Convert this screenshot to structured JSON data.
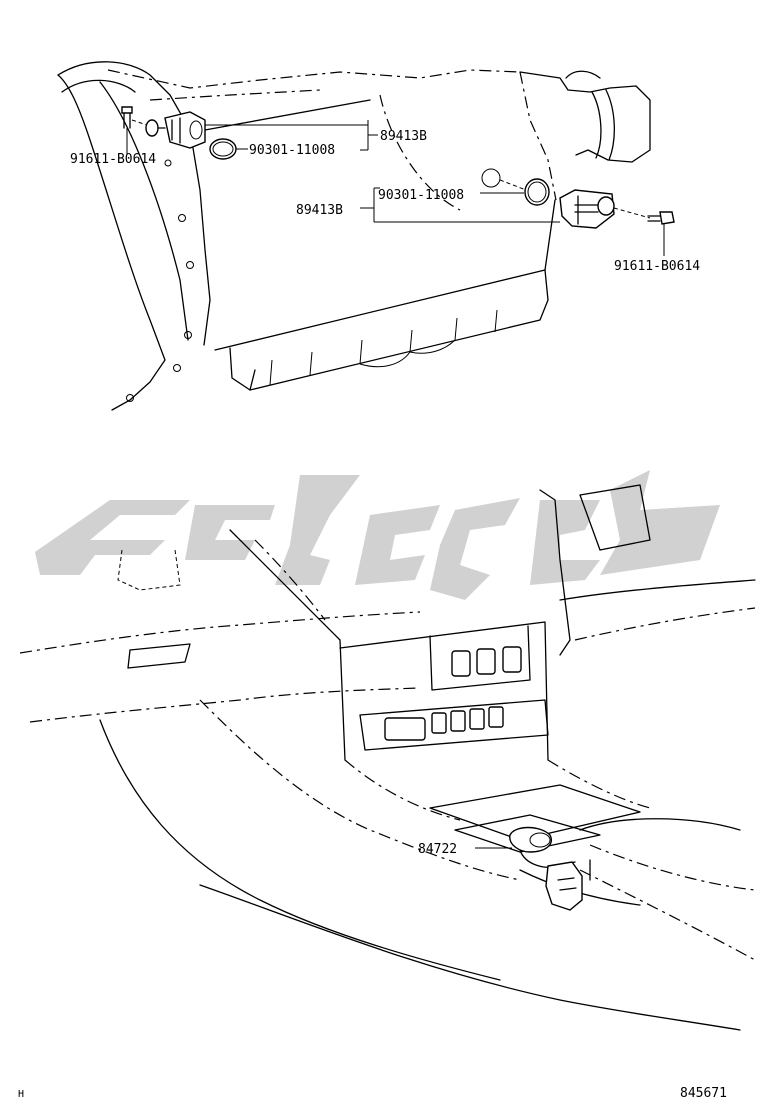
{
  "diagram": {
    "upper_section": {
      "callouts": [
        {
          "id": "bolt_left",
          "label": "91611-B0614"
        },
        {
          "id": "oring_left",
          "label": "90301-11008"
        },
        {
          "id": "sensor_left",
          "label": "89413B"
        },
        {
          "id": "oring_right",
          "label": "90301-11008"
        },
        {
          "id": "sensor_right",
          "label": "89413B"
        },
        {
          "id": "bolt_right",
          "label": "91611-B0614"
        }
      ]
    },
    "lower_section": {
      "callouts": [
        {
          "id": "console_part",
          "label": "84722"
        }
      ]
    },
    "footer": {
      "corner_mark": "H",
      "illustration_number": "845671"
    }
  }
}
